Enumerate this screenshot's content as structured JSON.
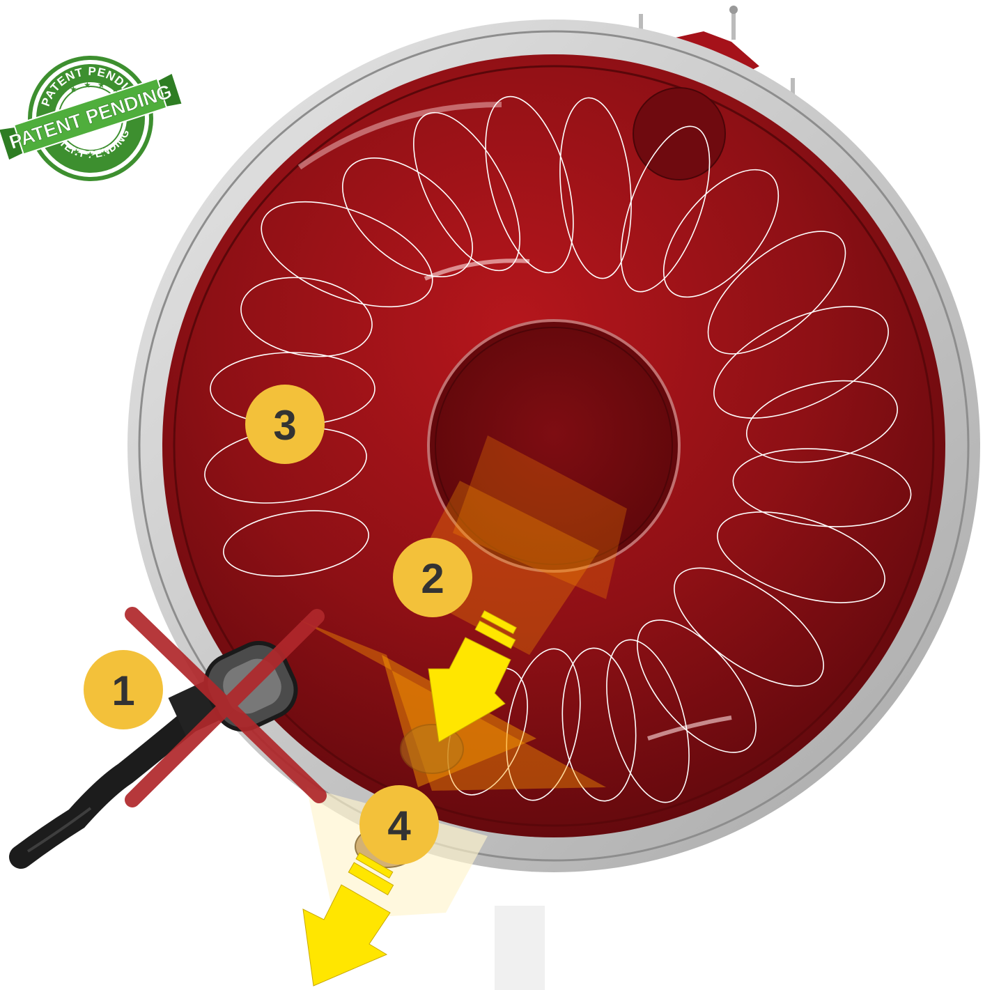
{
  "seal": {
    "arc_top": "PATENT PENDING",
    "ribbon": "PATENT PENDING",
    "arc_bottom": "PATENT PENDING",
    "color": "#3d8f2f"
  },
  "markers": [
    {
      "id": "1",
      "label": "1"
    },
    {
      "id": "2",
      "label": "2"
    },
    {
      "id": "3",
      "label": "3"
    },
    {
      "id": "4",
      "label": "4"
    }
  ],
  "colors": {
    "tank_red": "#8b1014",
    "ring_gray": "#c9c9c9",
    "marker_yellow": "#f3c13a",
    "arrow_yellow": "#ffe600",
    "cross_red": "#b0282b",
    "coil_white": "#ffffff"
  }
}
